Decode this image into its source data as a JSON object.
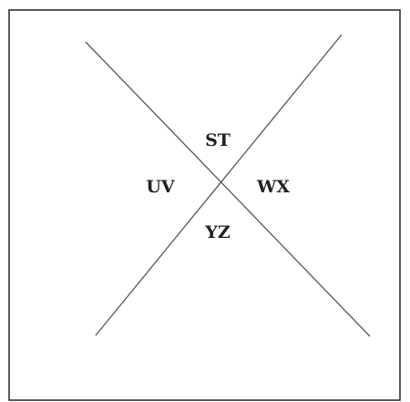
{
  "diagram": {
    "regions": {
      "top": "ST",
      "left": "UV",
      "right": "WX",
      "bottom": "YZ"
    },
    "colors": {
      "line": "#555555",
      "frame": "#222222",
      "text": "#222222",
      "background": "#ffffff"
    }
  }
}
